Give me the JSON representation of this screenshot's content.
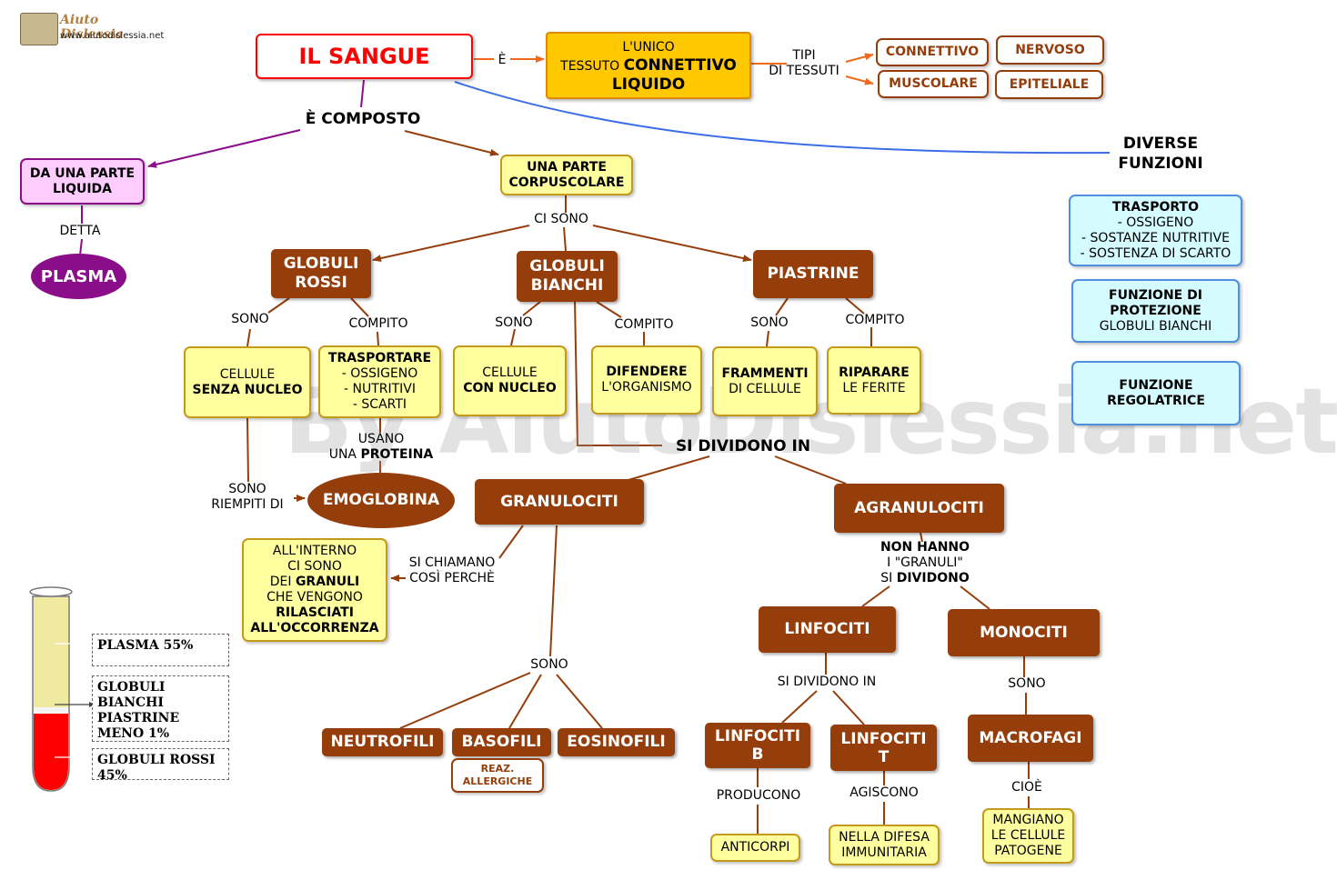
{
  "logo": {
    "name": "Aiuto Dislessia",
    "url": "www.aiutodislessia.net"
  },
  "watermark": "By AiutoDislessia.net",
  "colors": {
    "brown": "#953e0c",
    "yellow": "#ffffa0",
    "orange": "#ffc800",
    "cyan": "#d4fbff",
    "purple": "#8a0d8a",
    "pink": "#ffccff",
    "red": "#ff0000",
    "blue": "#3b6ee6"
  },
  "title": "IL SANGUE",
  "tessuto": {
    "line1": "L'UNICO",
    "line2a": "TESSUTO ",
    "line2b": "CONNETTIVO",
    "line3": "LIQUIDO"
  },
  "labels": {
    "e": "È",
    "tipi1": "TIPI",
    "tipi2": "DI TESSUTI",
    "composto": "È COMPOSTO",
    "detta": "DETTA",
    "ci_sono": "CI SONO",
    "sono_gr": "SONO",
    "compito_gr": "COMPITO",
    "sono_gb": "SONO",
    "compito_gb": "COMPITO",
    "sono_p": "SONO",
    "compito_p": "COMPITO",
    "usano1": "USANO",
    "usano2a": "UNA ",
    "usano2b": "PROTEINA",
    "riempiti1": "SONO",
    "riempiti2": "RIEMPITI DI",
    "si_dividono": "SI DIVIDONO IN",
    "si_chiamano1": "SI CHIAMANO",
    "si_chiamano2": "COSÌ PERCHÈ",
    "sono_gran": "SONO",
    "non_hanno1": "NON HANNO",
    "non_hanno2": "I \"GRANULI\"",
    "non_hanno3a": "SI ",
    "non_hanno3b": "DIVIDONO",
    "si_dividono_in": "SI DIVIDONO IN",
    "sono_mono": "SONO",
    "producono": "PRODUCONO",
    "agiscono": "AGISCONO",
    "cioe": "CIOÈ"
  },
  "tissues": [
    "CONNETTIVO",
    "NERVOSO",
    "MUSCOLARE",
    "EPITELIALE"
  ],
  "liquida": {
    "line1": "DA UNA PARTE",
    "line2": "LIQUIDA"
  },
  "plasma": "PLASMA",
  "corpuscolare": {
    "line1": "UNA PARTE",
    "line2": "CORPUSCOLARE"
  },
  "globuli_rossi": {
    "line1": "GLOBULI",
    "line2": "ROSSI"
  },
  "globuli_bianchi": {
    "line1": "GLOBULI",
    "line2": "BIANCHI"
  },
  "piastrine": "PIASTRINE",
  "cellule_senza": {
    "line1": "CELLULE",
    "line2": "SENZA NUCLEO"
  },
  "trasportare": {
    "title": "TRASPORTARE",
    "items": [
      "- OSSIGENO",
      "- NUTRITIVI",
      "- SCARTI"
    ]
  },
  "cellule_con": {
    "line1": "CELLULE",
    "line2": "CON NUCLEO"
  },
  "difendere": {
    "line1": "DIFENDERE",
    "line2": "L'ORGANISMO"
  },
  "frammenti": {
    "line1": "FRAMMENTI",
    "line2": "DI CELLULE"
  },
  "riparare": {
    "line1": "RIPARARE",
    "line2": "LE FERITE"
  },
  "emoglobina": "EMOGLOBINA",
  "granulociti": "GRANULOCITI",
  "agranulociti": "AGRANULOCITI",
  "granuli_box": {
    "l1": "ALL'INTERNO",
    "l2": "CI SONO",
    "l3a": "DEI ",
    "l3b": "GRANULI",
    "l4": "CHE VENGONO",
    "l5": "RILASCIATI",
    "l6": "ALL'OCCORRENZA"
  },
  "neutrofili": "NEUTROFILI",
  "basofili": "BASOFILI",
  "eosinofili": "EOSINOFILI",
  "reaz": {
    "line1": "REAZ.",
    "line2": "ALLERGICHE"
  },
  "linfociti": "LINFOCITI",
  "monociti": "MONOCITI",
  "linfociti_b": {
    "line1": "LINFOCITI",
    "line2": "B"
  },
  "linfociti_t": {
    "line1": "LINFOCITI",
    "line2": "T"
  },
  "macrofagi": "MACROFAGI",
  "anticorpi": "ANTICORPI",
  "difesa": {
    "line1": "NELLA DIFESA",
    "line2": "IMMUNITARIA"
  },
  "mangiano": {
    "line1": "MANGIANO",
    "line2": "LE CELLULE",
    "line3": "PATOGENE"
  },
  "funzioni": {
    "title1": "DIVERSE",
    "title2": "FUNZIONI",
    "trasporto": {
      "title": "TRASPORTO",
      "items": [
        "- OSSIGENO",
        "- SOSTANZE NUTRITIVE",
        "- SOSTENZA DI SCARTO"
      ]
    },
    "protezione": {
      "line1": "FUNZIONE DI",
      "line2": "PROTEZIONE",
      "line3": "GLOBULI BIANCHI"
    },
    "regolatrice": {
      "line1": "FUNZIONE",
      "line2": "REGOLATRICE"
    }
  },
  "tube": {
    "plasma": "PLASMA 55%",
    "middle": [
      "GLOBULI BIANCHI",
      "PIASTRINE",
      "MENO 1%"
    ],
    "rossi": "GLOBULI ROSSI 45%"
  }
}
